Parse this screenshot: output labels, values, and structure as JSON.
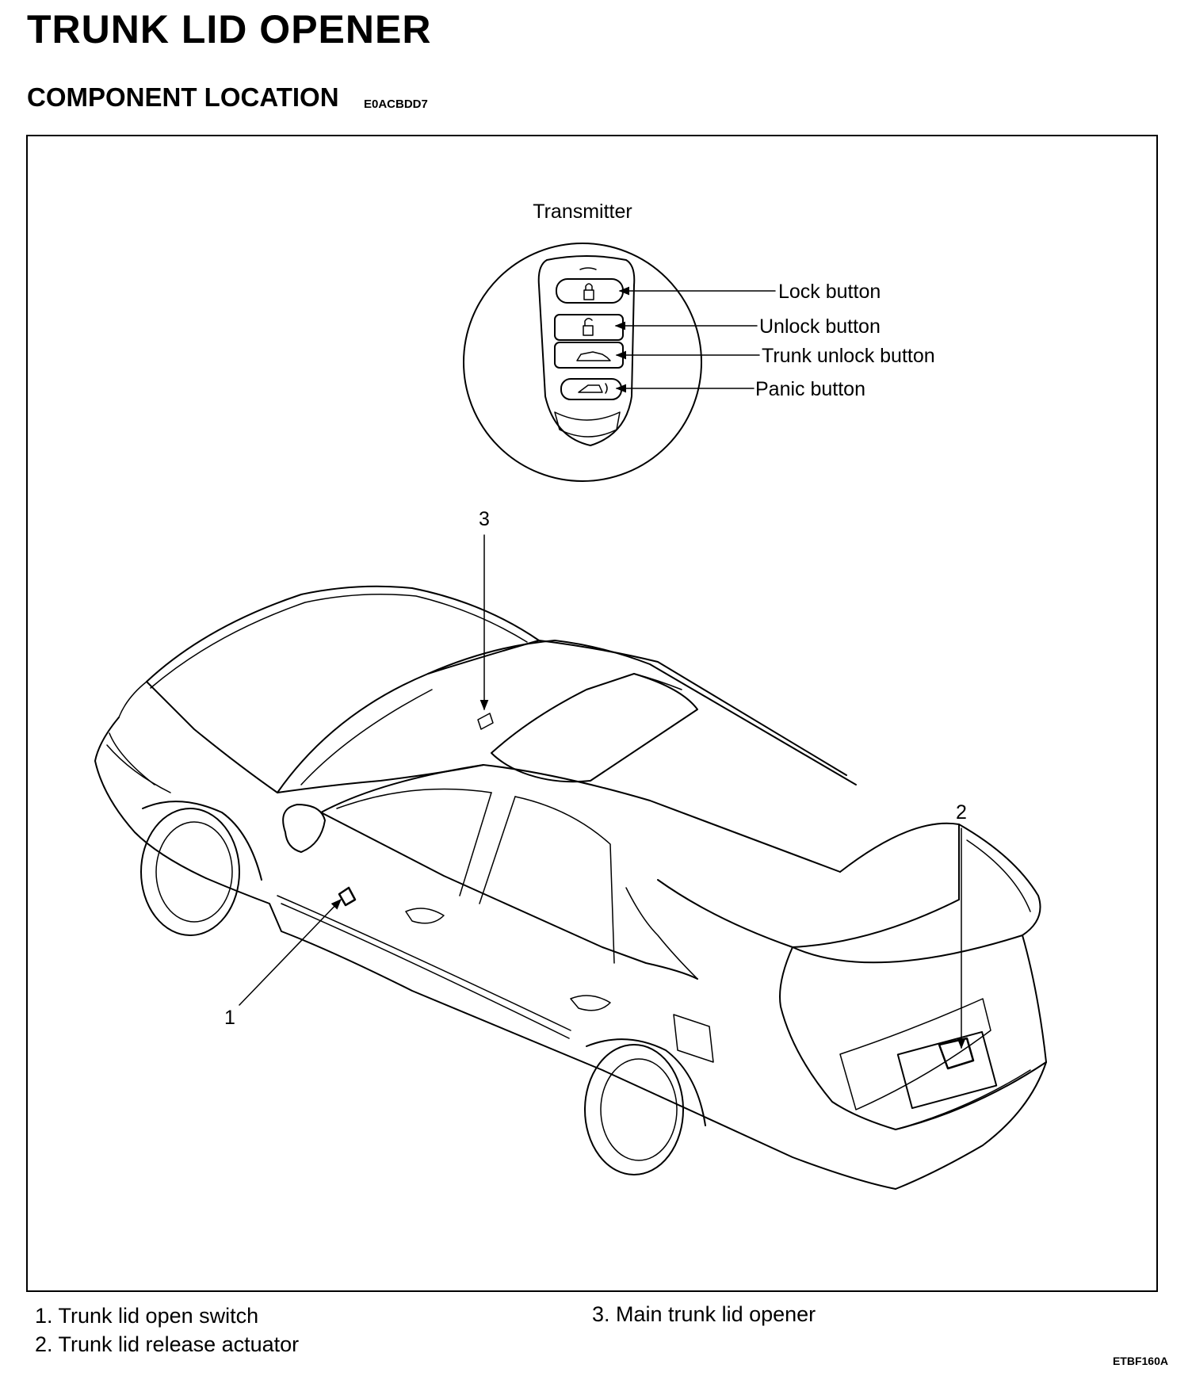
{
  "header": {
    "title": "TRUNK LID OPENER",
    "subtitle": "COMPONENT LOCATION",
    "code": "E0ACBDD7"
  },
  "transmitter": {
    "label": "Transmitter",
    "buttons": {
      "lock": "Lock button",
      "unlock": "Unlock button",
      "trunk": "Trunk unlock button",
      "panic": "Panic button"
    }
  },
  "callouts": {
    "c1": "1",
    "c2": "2",
    "c3": "3"
  },
  "legend": {
    "item1": "1. Trunk lid open switch",
    "item2": "2. Trunk lid release actuator",
    "item3": "3. Main trunk lid opener"
  },
  "figure_code": "ETBF160A"
}
